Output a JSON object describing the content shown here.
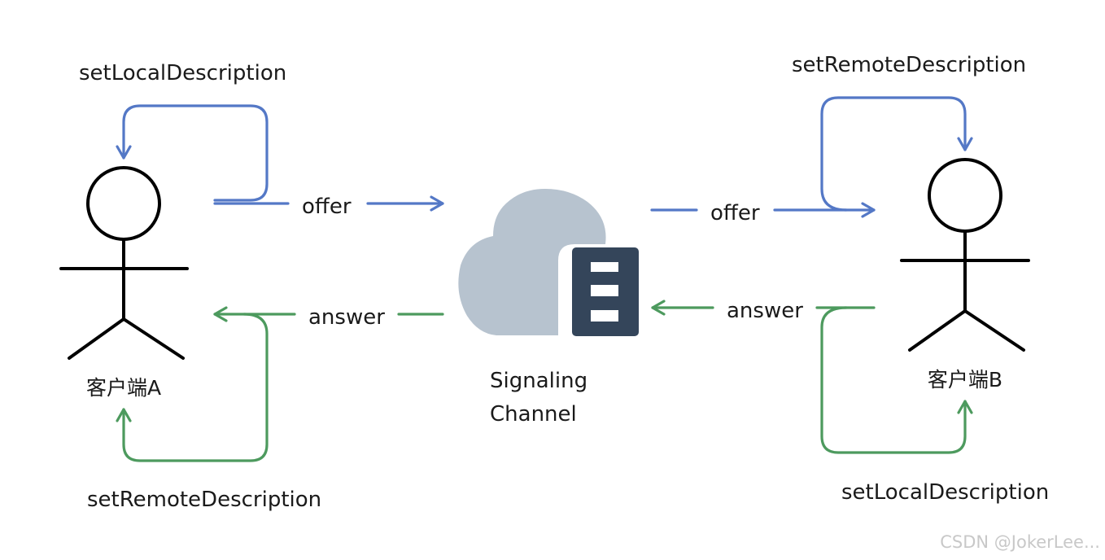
{
  "client_a": {
    "label": "客户端A",
    "top_label": "setLocalDescription",
    "bottom_label": "setRemoteDescription"
  },
  "client_b": {
    "label": "客户端B",
    "top_label": "setRemoteDescription",
    "bottom_label": "setLocalDescription"
  },
  "channel": {
    "label_line1": "Signaling",
    "label_line2": "Channel"
  },
  "edges": {
    "offer_left": "offer",
    "offer_right": "offer",
    "answer_left": "answer",
    "answer_right": "answer"
  },
  "watermark": "CSDN @JokerLee...",
  "colors": {
    "offer": "#5478c6",
    "answer": "#4d9a5e",
    "cloud": "#b7c3cf",
    "server": "#34455a"
  },
  "icons": {
    "cloud": "cloud-icon",
    "server": "server-icon",
    "person": "person-icon"
  }
}
